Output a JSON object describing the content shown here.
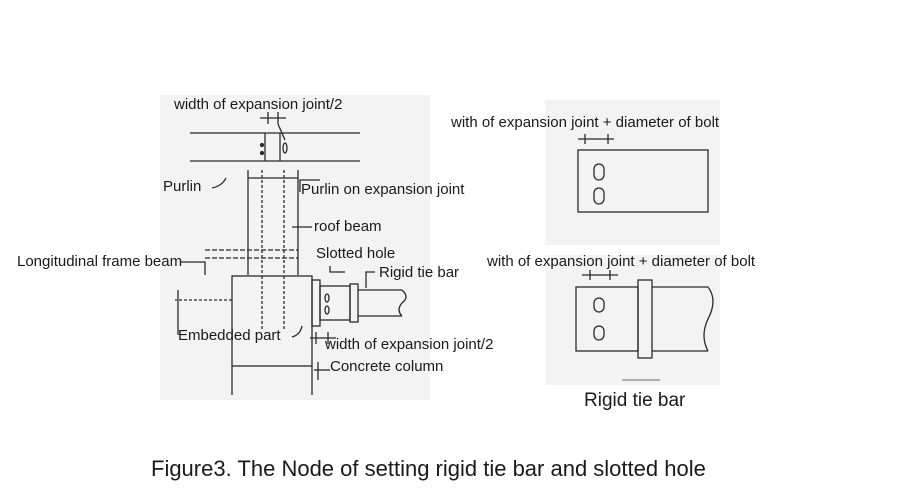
{
  "left_detail": {
    "labels": {
      "width_half_top": "width of expansion joint/2",
      "purlin": "Purlin",
      "purlin_on_joint": "Purlin on expansion joint",
      "roof_beam": "roof beam",
      "longitudinal_beam": "Longitudinal frame beam",
      "slotted_hole": "Slotted hole",
      "rigid_tie_bar": "Rigid tie bar",
      "embedded_part": "Embedded part",
      "width_half_bottom": "width of expansion joint/2",
      "concrete_column": "Concrete column"
    }
  },
  "right_details": {
    "top_label": "with of expansion joint + diameter of bolt",
    "bottom_label": "with of expansion joint + diameter of bolt",
    "caption": "Rigid tie bar"
  },
  "figure_caption": "Figure3. The Node of setting rigid tie bar and slotted hole",
  "colors": {
    "ink": "#2a2a2a",
    "paper_noise": "#d8d8d8"
  }
}
